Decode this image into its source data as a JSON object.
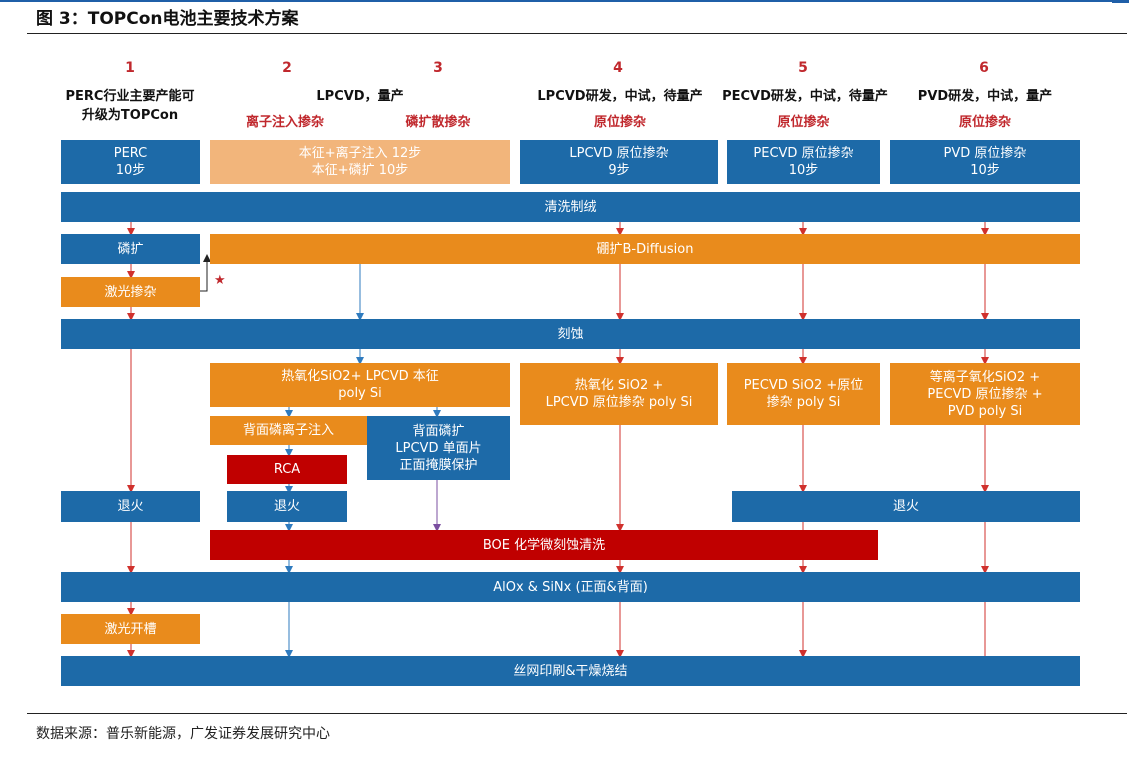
{
  "title": "图 3：TOPCon电池主要技术方案",
  "columns": [
    {
      "num": "1",
      "header": "PERC行业主要产能可\n升级为TOPCon",
      "sub": ""
    },
    {
      "num": "2",
      "header": "",
      "sub": "离子注入掺杂"
    },
    {
      "num": "3",
      "header": "",
      "sub": "磷扩散掺杂"
    },
    {
      "num": "4",
      "header": "LPCVD研发，中试，待量产",
      "sub": "原位掺杂"
    },
    {
      "num": "5",
      "header": "PECVD研发，中试，待量产",
      "sub": "原位掺杂"
    },
    {
      "num": "6",
      "header": "PVD研发，中试，量产",
      "sub": "原位掺杂"
    }
  ],
  "header_23": "LPCVD，量产",
  "boxes": {
    "perc": "PERC\n10步",
    "lp23": "本征+离子注入 12步\n本征+磷扩 10步",
    "lp4": "LPCVD 原位掺杂\n9步",
    "pe5": "PECVD 原位掺杂\n10步",
    "pvd6": "PVD 原位掺杂\n10步",
    "clean": "清洗制绒",
    "pdiff": "磷扩",
    "bdiff": "硼扩B-Diffusion",
    "laser": "激光掺杂",
    "etch": "刻蚀",
    "ox23": "热氧化SiO2+ LPCVD 本征\npoly Si",
    "ox4": "热氧化 SiO2 +\nLPCVD 原位掺杂 poly Si",
    "pe5b": "PECVD SiO2 +原位\n掺杂 poly Si",
    "pvd6b": "等离子氧化SiO2 +\nPECVD 原位掺杂 +\nPVD poly Si",
    "implant": "背面磷离子注入",
    "backp": "背面磷扩\nLPCVD 单面片\n正面掩膜保护",
    "rca": "RCA",
    "anneal1": "退火",
    "anneal2": "退火",
    "anneal56": "退火",
    "boe": "BOE 化学微刻蚀清洗",
    "alox": "AlOx & SiNx (正面&背面)",
    "groove": "激光开槽",
    "print": "丝网印刷&干燥烧结"
  },
  "star": "★",
  "source": "数据来源：普乐新能源，广发证券发展研究中心",
  "colors": {
    "blue": "#1d6aa8",
    "orange": "#e98b1c",
    "light_orange": "#f2b57b",
    "red": "#c00000",
    "label_red": "#c0282d"
  }
}
